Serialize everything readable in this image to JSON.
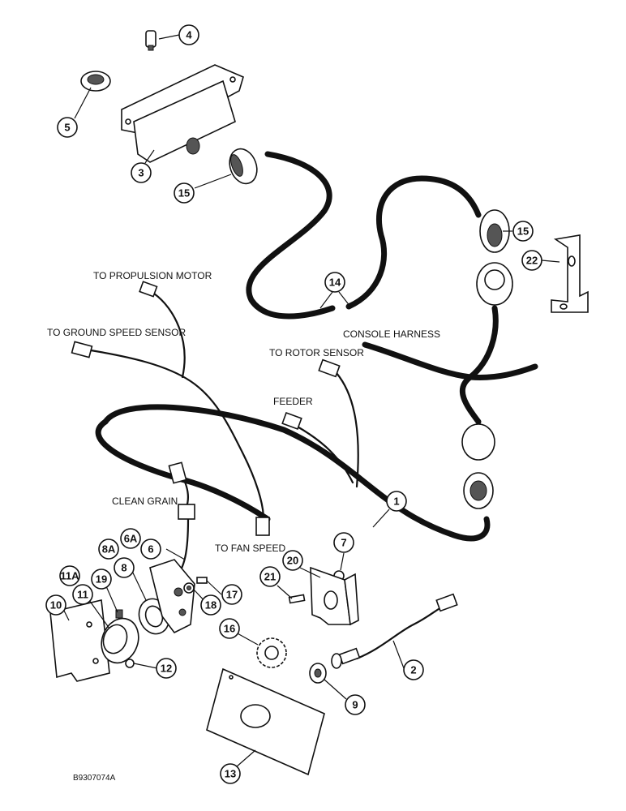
{
  "labels": {
    "propulsion_motor": "TO PROPULSION MOTOR",
    "ground_speed_sensor": "TO GROUND SPEED SENSOR",
    "console_harness": "CONSOLE HARNESS",
    "rotor_sensor": "TO ROTOR SENSOR",
    "feeder": "FEEDER",
    "clean_grain": "CLEAN GRAIN",
    "fan_speed": "TO FAN SPEED"
  },
  "callouts": {
    "c1": "1",
    "c2": "2",
    "c3": "3",
    "c4": "4",
    "c5": "5",
    "c6": "6",
    "c6a": "6A",
    "c7": "7",
    "c8": "8",
    "c8a": "8A",
    "c9": "9",
    "c10": "10",
    "c11": "11",
    "c11a": "11A",
    "c12": "12",
    "c13": "13",
    "c14": "14",
    "c15a": "15",
    "c15b": "15",
    "c16": "16",
    "c17": "17",
    "c18": "18",
    "c19": "19",
    "c20": "20",
    "c21": "21",
    "c22": "22"
  },
  "drawing_code": "B9307074A"
}
